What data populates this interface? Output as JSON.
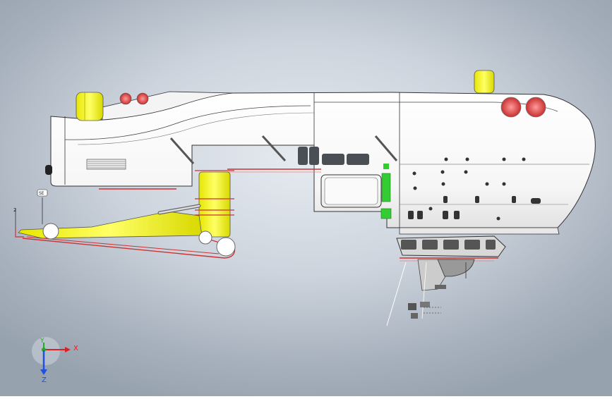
{
  "viewport": {
    "background_center": "#e6ebf1",
    "background_edge": "#97a2af"
  },
  "model": {
    "body_color": "#ffffff",
    "accent_yellow": "#ffff33",
    "accent_red": "#e23a3a",
    "accent_green": "#33cc33",
    "callouts": [
      "2",
      "SE"
    ]
  },
  "triad": {
    "x_label": "X",
    "y_label": "Y",
    "z_label": "Z",
    "x_color": "#e02020",
    "y_color": "#1fae1f",
    "z_color": "#2050e0"
  }
}
